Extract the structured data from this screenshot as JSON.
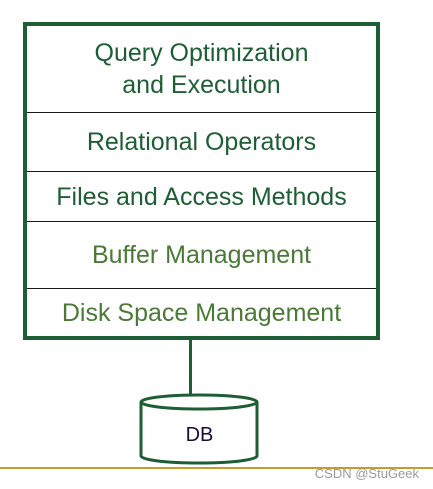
{
  "diagram": {
    "layers": [
      {
        "lines": [
          "Query Optimization",
          "and Execution"
        ],
        "tone": "dark"
      },
      {
        "lines": [
          "Relational Operators"
        ],
        "tone": "dark"
      },
      {
        "lines": [
          "Files and Access Methods"
        ],
        "tone": "dark"
      },
      {
        "lines": [
          "Buffer Management"
        ],
        "tone": "light"
      },
      {
        "lines": [
          "Disk Space Management"
        ],
        "tone": "light"
      }
    ],
    "database_label": "DB"
  },
  "watermark": "CSDN @StuGeek",
  "colors": {
    "frame": "#1e5e34",
    "text_dark": "#1e5e34",
    "text_light": "#4a7a35",
    "baseline": "#c99a2e"
  }
}
